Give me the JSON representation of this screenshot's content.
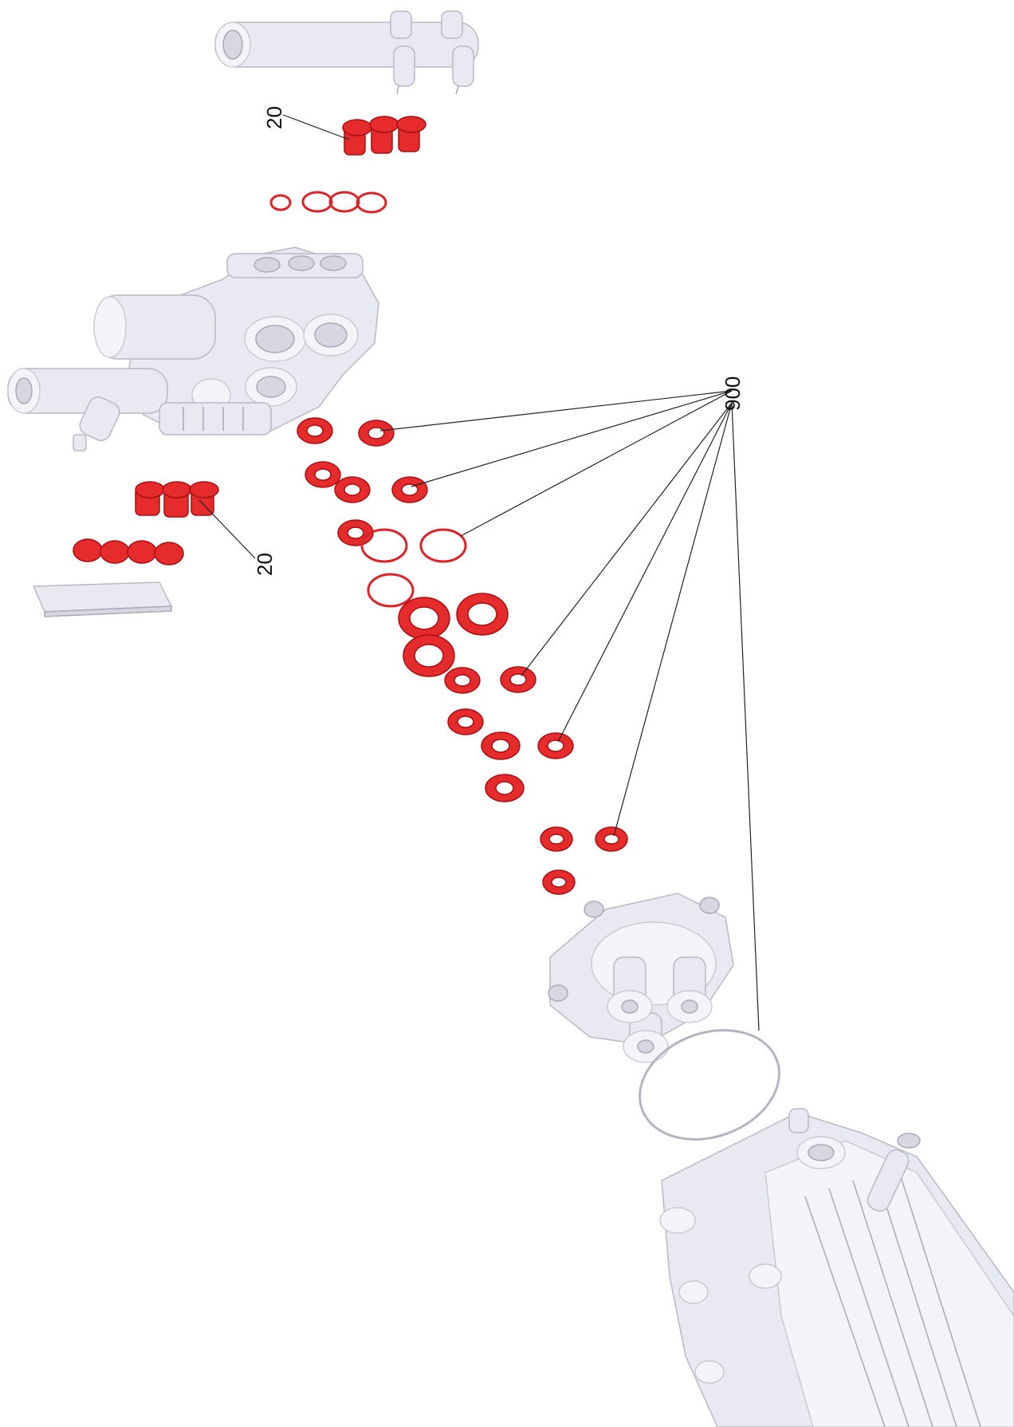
{
  "callouts": {
    "label_20_top": "20",
    "label_20_left": "20",
    "label_900": "900"
  },
  "colors": {
    "highlight_part": "#e52b2b",
    "housing_grey": "#e9e9f2",
    "leader_line": "#222222"
  }
}
